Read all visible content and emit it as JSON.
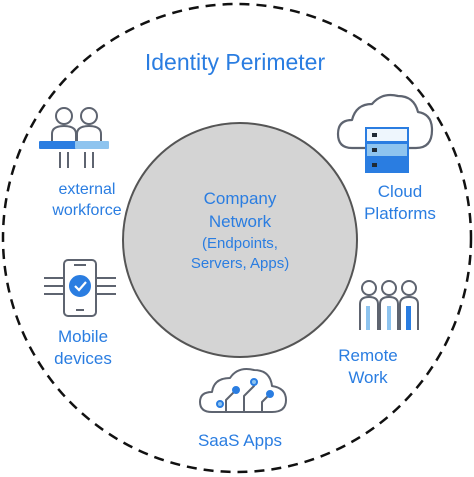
{
  "title": "Identity Perimeter",
  "core": {
    "line1": "Company",
    "line2": "Network",
    "line3": "(Endpoints,",
    "line4": "Servers, Apps)"
  },
  "items": {
    "external_workforce": {
      "line1": "external",
      "line2": "workforce",
      "icon": "people-badge-icon"
    },
    "cloud_platforms": {
      "line1": "Cloud",
      "line2": "Platforms",
      "icon": "cloud-server-icon"
    },
    "mobile_devices": {
      "line1": "Mobile",
      "line2": "devices",
      "icon": "mobile-check-icon"
    },
    "remote_work": {
      "line1": "Remote",
      "line2": "Work",
      "icon": "remote-team-icon"
    },
    "saas_apps": {
      "line1": "SaaS Apps",
      "icon": "cloud-circuit-icon"
    }
  },
  "colors": {
    "text": "#2a7de1",
    "icon_stroke": "#5e6470",
    "icon_blue": "#2a7de1",
    "icon_light_blue": "#8ec4ef",
    "core_fill": "#d4d4d4",
    "core_stroke": "#555555",
    "perimeter": "#111111"
  }
}
